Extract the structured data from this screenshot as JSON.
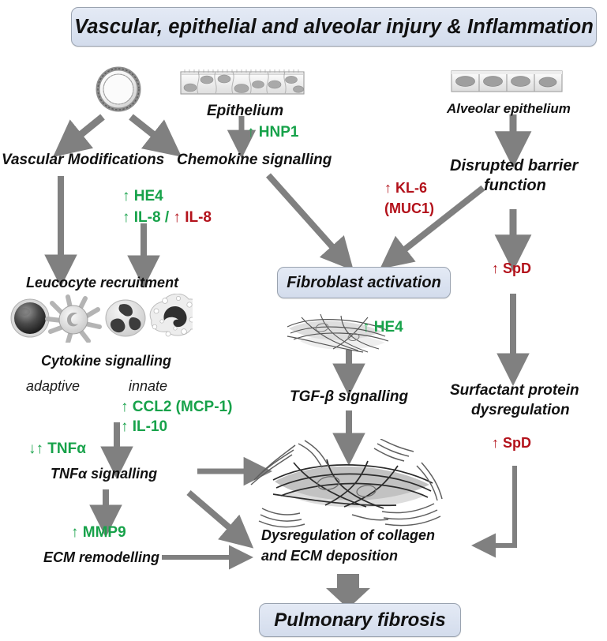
{
  "figure": {
    "title_box": "Vascular, epithelial and alveolar injury & Inflammation",
    "outcome_box": "Pulmonary fibrosis",
    "colors": {
      "up_green": "#17A24A",
      "down_red": "#B3121B",
      "box_fill": "#DCE3EF",
      "box_border": "#9AA3B0",
      "arrow_gray": "#808080",
      "text_black": "#111111"
    }
  },
  "nodes": {
    "vascular_modifications": "Vascular Modifications",
    "epithelium": "Epithelium",
    "chemokine_signalling": "Chemokine  signalling",
    "alveolar_epithelium": "Alveolar epithelium",
    "disrupted_barrier_l1": "Disrupted barrier",
    "disrupted_barrier_l2": "function",
    "fibroblast_activation": "Fibroblast activation",
    "leucocyte_recruitment": "Leucocyte  recruitment",
    "cytokine_signalling": "Cytokine signalling",
    "adaptive": "adaptive",
    "innate": "innate",
    "tnfa_signalling": "TNFα signalling",
    "ecm_remodelling": "ECM remodelling",
    "tgfb_signalling": "TGF-β signalling",
    "dysregulation_l1": "Dysregulation of collagen",
    "dysregulation_l2": "and ECM deposition",
    "surfactant_l1": "Surfactant protein",
    "surfactant_l2": "dysregulation"
  },
  "markers": [
    {
      "id": "hnp1",
      "arrow": "↑",
      "text": "HNP1",
      "dir": "up"
    },
    {
      "id": "he4_vasc",
      "arrow": "↑",
      "text": "HE4",
      "dir": "up"
    },
    {
      "id": "il8_green",
      "arrow": "↑",
      "text": "IL-8",
      "dir": "up"
    },
    {
      "id": "il8_red",
      "arrow": "↑",
      "text": "IL-8",
      "dir": "down"
    },
    {
      "id": "kl6",
      "arrow": "↑",
      "text": "KL-6",
      "dir": "down"
    },
    {
      "id": "muc1",
      "arrow": "",
      "text": "(MUC1)",
      "dir": "down"
    },
    {
      "id": "spd_top",
      "arrow": "↑",
      "text": "SpD",
      "dir": "down"
    },
    {
      "id": "he4_fib",
      "arrow": "↑",
      "text": "HE4",
      "dir": "up"
    },
    {
      "id": "ccl2",
      "arrow": "↑",
      "text": "CCL2 (MCP-1)",
      "dir": "up"
    },
    {
      "id": "il10",
      "arrow": "↑",
      "text": "IL-10",
      "dir": "up"
    },
    {
      "id": "tnfa",
      "arrow": "↓↑",
      "text": "TNFα",
      "dir": "up"
    },
    {
      "id": "mmp9",
      "arrow": "↑",
      "text": "MMP9",
      "dir": "up"
    },
    {
      "id": "spd_bot",
      "arrow": "↑",
      "text": "SpD",
      "dir": "down"
    }
  ],
  "separators": {
    "il8_slash": "/"
  },
  "artwork": [
    {
      "id": "blood-vessel-cross-section",
      "label": "blood vessel"
    },
    {
      "id": "epithelium-cell-layer",
      "label": "epithelium"
    },
    {
      "id": "alveolar-epithelium-layer",
      "label": "alveolar epithelium"
    },
    {
      "id": "lymphocyte-cell",
      "label": "lymphocyte"
    },
    {
      "id": "dendritic-cell",
      "label": "dendritic cell"
    },
    {
      "id": "neutrophil-cell",
      "label": "neutrophil"
    },
    {
      "id": "macrophage-cell",
      "label": "macrophage"
    },
    {
      "id": "fibroblast-collagen-small",
      "label": "fibroblast / collagen fibres"
    },
    {
      "id": "fibroblast-collagen-large",
      "label": "dysregulated collagen matrix"
    }
  ]
}
